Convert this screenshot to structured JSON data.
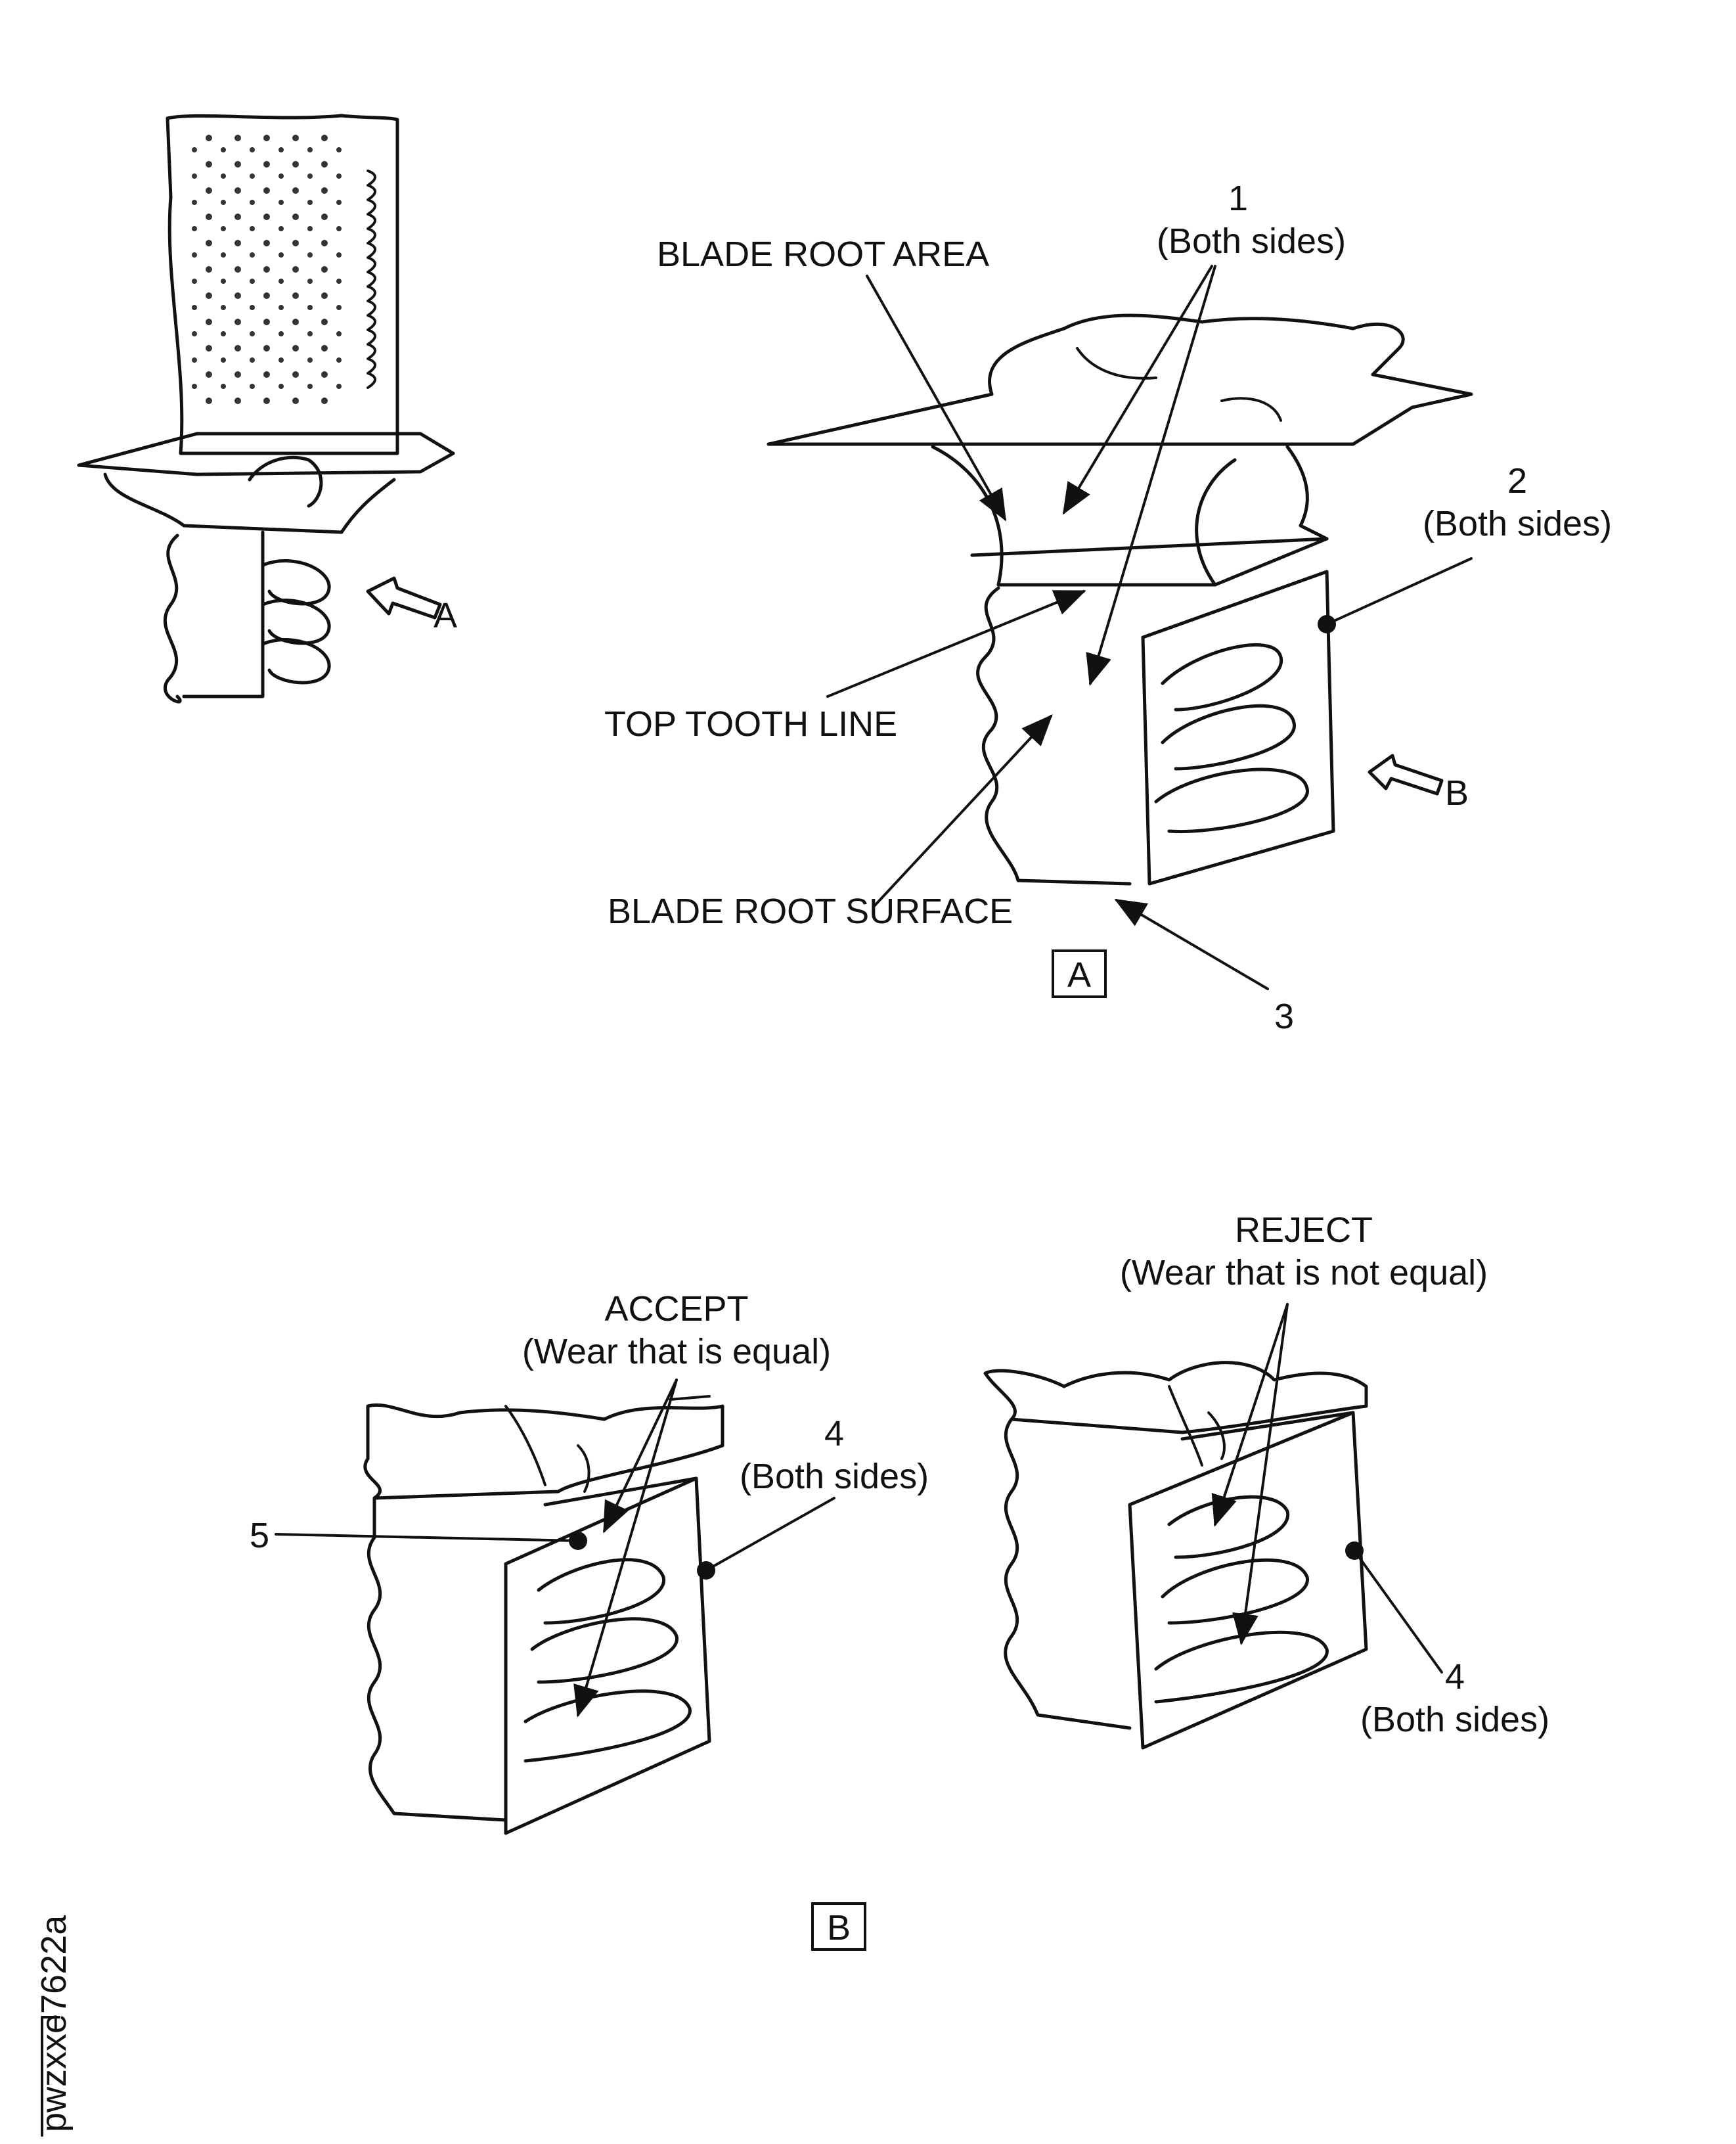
{
  "labels": {
    "blade_root_area": "BLADE ROOT AREA",
    "top_tooth_line": "TOP TOOTH LINE",
    "blade_root_surface": "BLADE ROOT SURFACE",
    "callout_1_num": "1",
    "callout_1_note": "(Both sides)",
    "callout_2_num": "2",
    "callout_2_note": "(Both sides)",
    "callout_3_num": "3",
    "accept_title": "ACCEPT",
    "accept_note": "(Wear that is equal)",
    "reject_title": "REJECT",
    "reject_note": "(Wear that is not equal)",
    "callout_4a_num": "4",
    "callout_4a_note": "(Both sides)",
    "callout_4b_num": "4",
    "callout_4b_note": "(Both sides)",
    "callout_5_num": "5",
    "view_arrow_a": "A",
    "view_arrow_b": "B",
    "view_box_a": "A",
    "view_box_b": "B",
    "figure_id": "pwzxxe7622a"
  }
}
